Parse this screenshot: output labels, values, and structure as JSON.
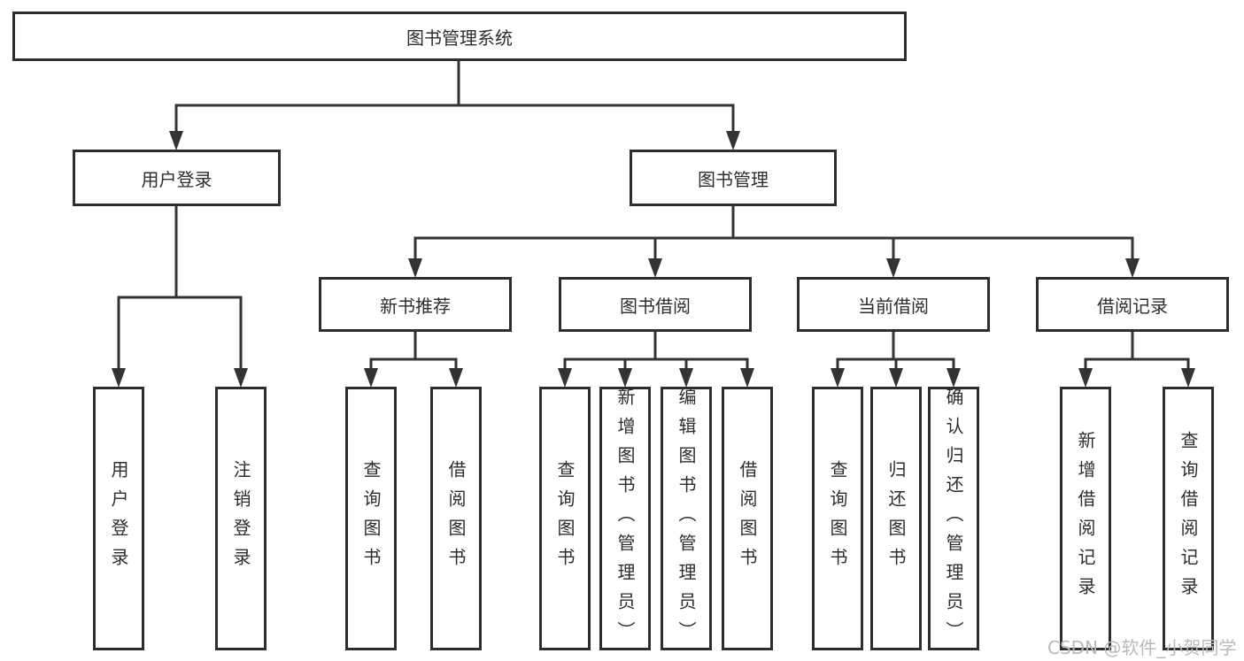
{
  "diagram": {
    "root": {
      "label": "图书管理系统"
    },
    "login": {
      "label": "用户登录",
      "children": [
        {
          "label": "用户登录"
        },
        {
          "label": "注销登录"
        }
      ]
    },
    "management": {
      "label": "图书管理",
      "children": [
        {
          "label": "新书推荐",
          "children": [
            {
              "label": "查询图书"
            },
            {
              "label": "借阅图书"
            }
          ]
        },
        {
          "label": "图书借阅",
          "children": [
            {
              "label": "查询图书"
            },
            {
              "label": "新增图书（管理员）"
            },
            {
              "label": "编辑图书（管理员）"
            },
            {
              "label": "借阅图书"
            }
          ]
        },
        {
          "label": "当前借阅",
          "children": [
            {
              "label": "查询图书"
            },
            {
              "label": "归还图书"
            },
            {
              "label": "确认归还（管理员）"
            }
          ]
        },
        {
          "label": "借阅记录",
          "children": [
            {
              "label": "新增借阅记录"
            },
            {
              "label": "查询借阅记录"
            }
          ]
        }
      ]
    }
  },
  "watermark": {
    "text": "CSDN @软件_小贺同学"
  },
  "colors": {
    "line": "#333333",
    "text": "#2d2d2d",
    "watermark": "#b9b9b9",
    "background": "#ffffff"
  }
}
